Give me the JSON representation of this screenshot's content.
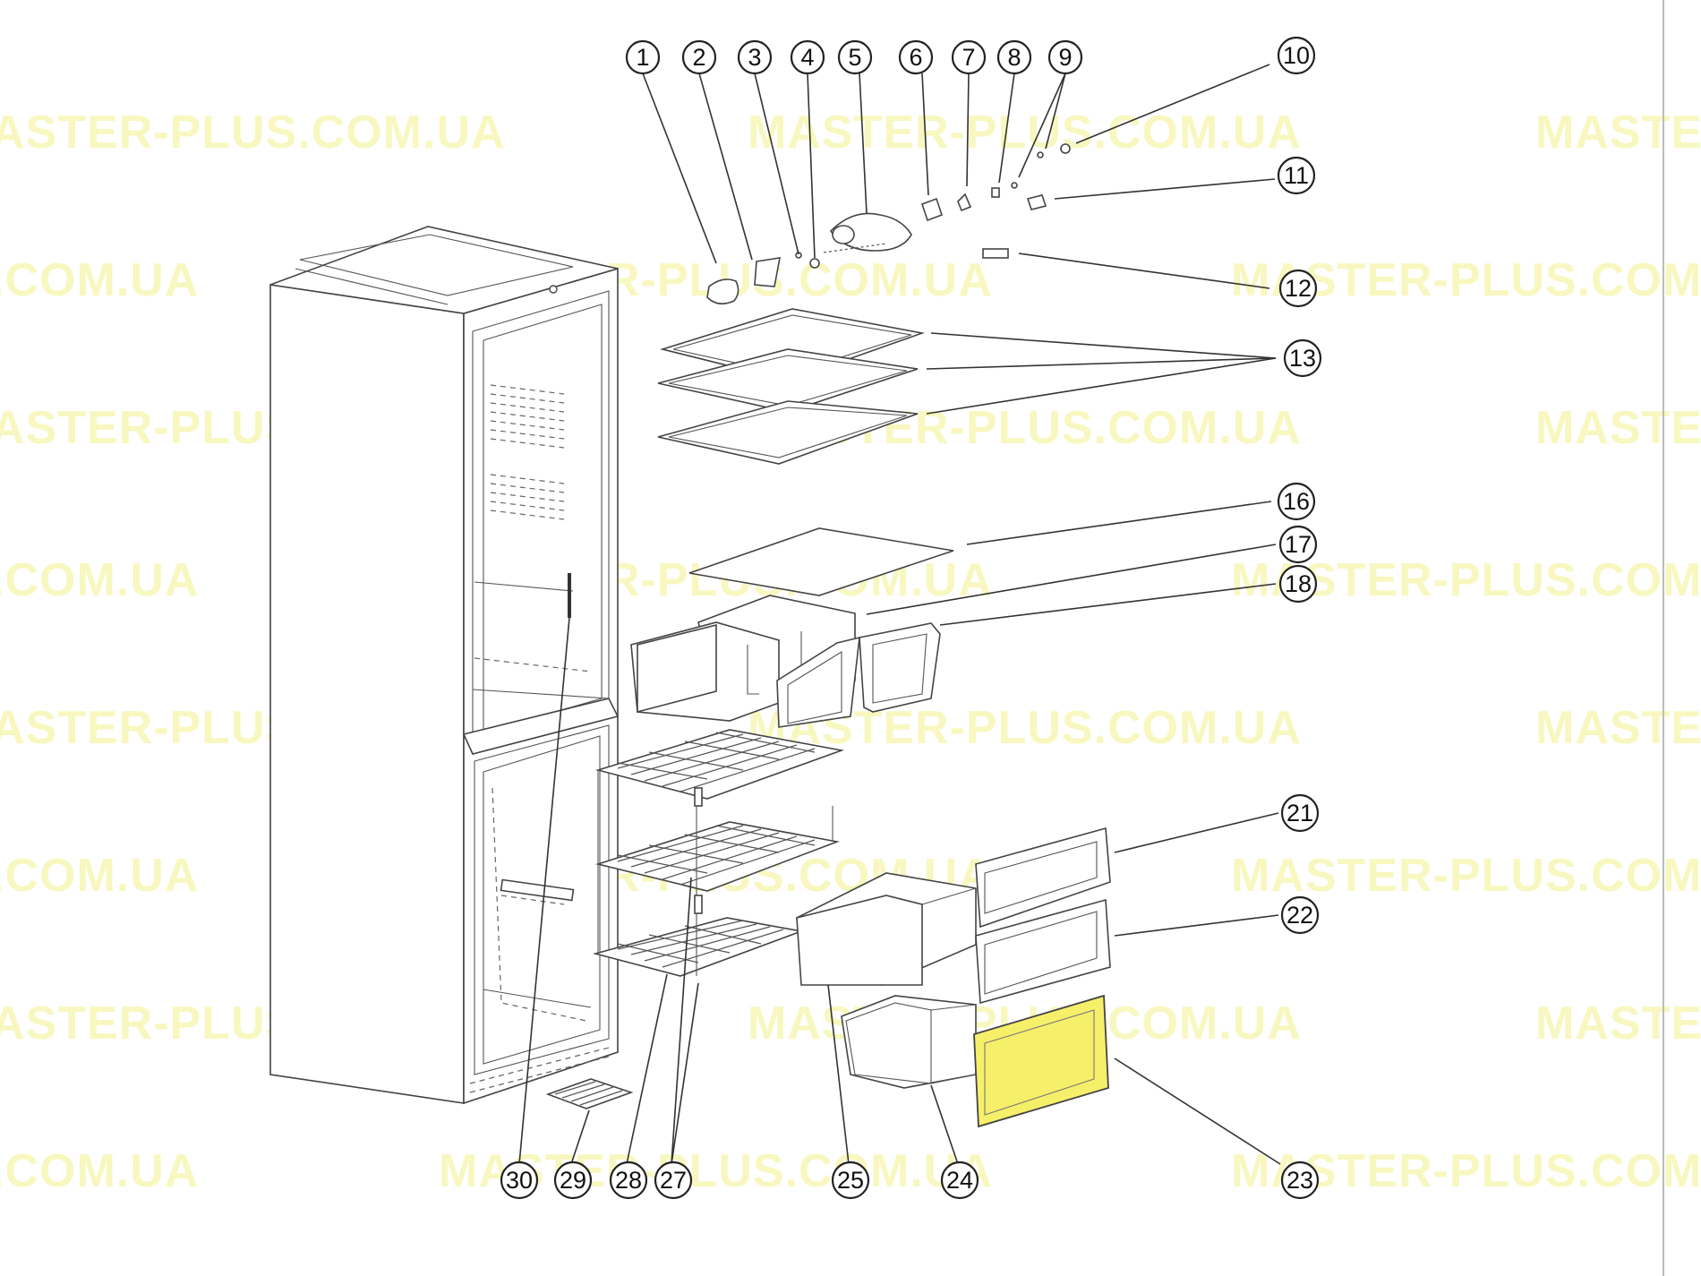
{
  "watermark": {
    "text_full": "MASTER-PLUS.COM.UA",
    "text_cut_left_a": ".COM.UA",
    "text_cut_left_b": "ASTER-PLUS.COM.UA",
    "text_cut_right_a": "MASTER-PLUS.COM",
    "text_cut_right_b": "MASTE",
    "text_cut_top_b": "STER-PLUS.COM.UA",
    "color": "#f2f08a"
  },
  "highlight_color": "#f6ef6a",
  "callouts": [
    {
      "id": "c1",
      "label": "1"
    },
    {
      "id": "c2",
      "label": "2"
    },
    {
      "id": "c3",
      "label": "3"
    },
    {
      "id": "c4",
      "label": "4"
    },
    {
      "id": "c5",
      "label": "5"
    },
    {
      "id": "c6",
      "label": "6"
    },
    {
      "id": "c7",
      "label": "7"
    },
    {
      "id": "c8",
      "label": "8"
    },
    {
      "id": "c9",
      "label": "9"
    },
    {
      "id": "c10",
      "label": "10"
    },
    {
      "id": "c11",
      "label": "11"
    },
    {
      "id": "c12",
      "label": "12"
    },
    {
      "id": "c13",
      "label": "13"
    },
    {
      "id": "c16",
      "label": "16"
    },
    {
      "id": "c17",
      "label": "17"
    },
    {
      "id": "c18",
      "label": "18"
    },
    {
      "id": "c21",
      "label": "21"
    },
    {
      "id": "c22",
      "label": "22"
    },
    {
      "id": "c23",
      "label": "23"
    },
    {
      "id": "c24",
      "label": "24"
    },
    {
      "id": "c25",
      "label": "25"
    },
    {
      "id": "c27",
      "label": "27"
    },
    {
      "id": "c28",
      "label": "28"
    },
    {
      "id": "c29",
      "label": "29"
    },
    {
      "id": "c30",
      "label": "30"
    }
  ]
}
